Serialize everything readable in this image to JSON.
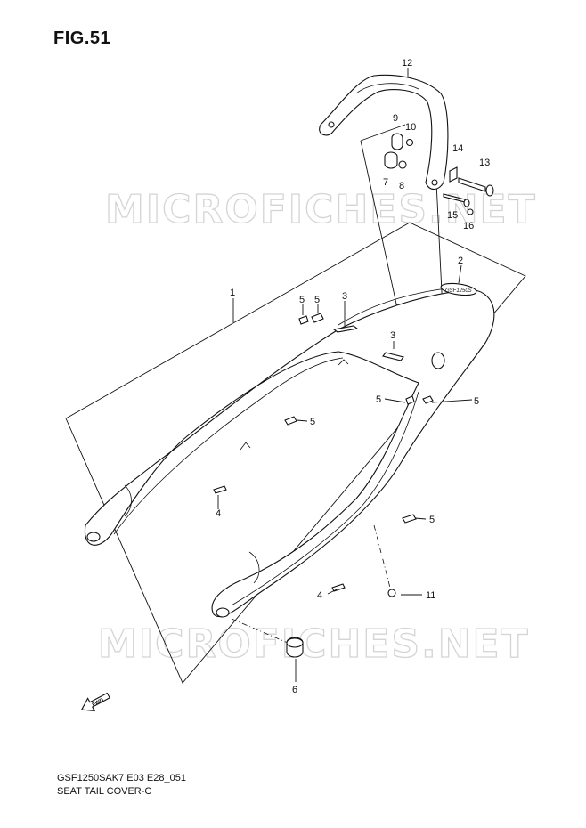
{
  "figure": {
    "title": "FIG.51"
  },
  "watermark": {
    "text": "MICROFICHES.NET"
  },
  "callouts": {
    "c1": "1",
    "c2": "2",
    "c3a": "3",
    "c3b": "3",
    "c4a": "4",
    "c4b": "4",
    "c5a": "5",
    "c5b": "5",
    "c5c": "5",
    "c5d": "5",
    "c5e": "5",
    "c5f": "5",
    "c6": "6",
    "c7": "7",
    "c8": "8",
    "c9": "9",
    "c10": "10",
    "c11": "11",
    "c12": "12",
    "c13": "13",
    "c14": "14",
    "c15": "15",
    "c16": "16"
  },
  "fwd_badge": {
    "text": "FWD"
  },
  "footer": {
    "code": "GSF1250SAK7 E03 E28_051",
    "name": "SEAT TAIL COVER-C"
  },
  "decal": {
    "text": "GSF1250S"
  }
}
